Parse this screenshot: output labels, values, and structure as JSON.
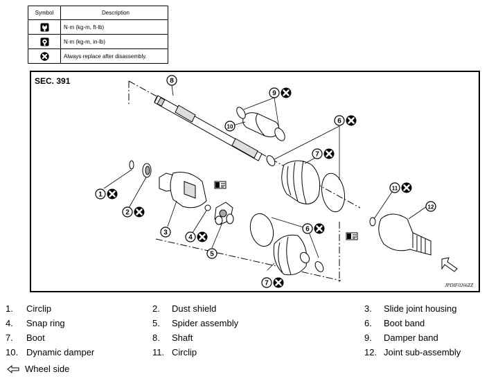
{
  "legend": {
    "header_symbol": "Symbol",
    "header_description": "Description",
    "rows": [
      {
        "icon": "wrench-torque-icon",
        "description": "N·m (kg-m, ft-lb)"
      },
      {
        "icon": "wrench-torque-small-icon",
        "description": "N·m (kg-m, in-lb)"
      },
      {
        "icon": "replace-x-icon",
        "description": "Always replace after disassembly."
      }
    ]
  },
  "figure": {
    "section": "SEC. 391",
    "code": "JPDIF0266ZZ",
    "callouts": [
      "1",
      "2",
      "3",
      "4",
      "5",
      "6",
      "6",
      "7",
      "7",
      "8",
      "9",
      "10",
      "11",
      "12"
    ]
  },
  "parts": [
    {
      "num": "1.",
      "name": "Circlip"
    },
    {
      "num": "2.",
      "name": "Dust shield"
    },
    {
      "num": "3.",
      "name": "Slide joint housing"
    },
    {
      "num": "4.",
      "name": "Snap ring"
    },
    {
      "num": "5.",
      "name": "Spider assembly"
    },
    {
      "num": "6.",
      "name": "Boot band"
    },
    {
      "num": "7.",
      "name": "Boot"
    },
    {
      "num": "8.",
      "name": "Shaft"
    },
    {
      "num": "9.",
      "name": "Damper band"
    },
    {
      "num": "10.",
      "name": "Dynamic damper"
    },
    {
      "num": "11.",
      "name": "Circlip"
    },
    {
      "num": "12.",
      "name": "Joint sub-assembly"
    }
  ],
  "wheel_side": {
    "icon": "arrow-left-outline-icon",
    "label": "Wheel side"
  }
}
